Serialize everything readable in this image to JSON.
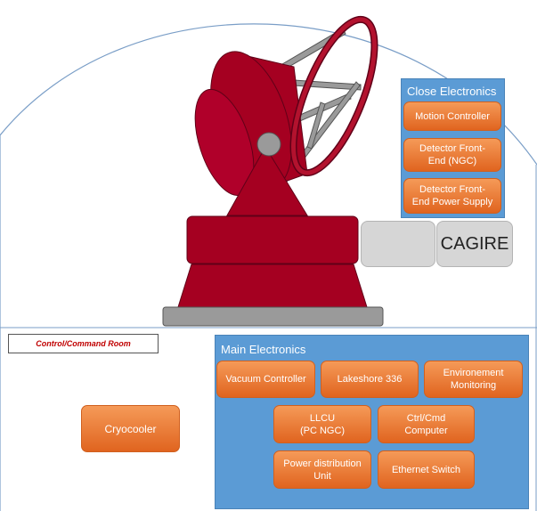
{
  "close_electronics": {
    "title": "Close Electronics",
    "boxes": [
      "Motion Controller",
      "Detector Front-\nEnd (NGC)",
      "Detector Front-\nEnd Power Supply"
    ]
  },
  "instrument": {
    "label": "CAGIRE"
  },
  "control_room": {
    "label": "Control/Command Room"
  },
  "cryocooler": {
    "label": "Cryocooler"
  },
  "main_electronics": {
    "title": "Main Electronics",
    "boxes": [
      "Vacuum Controller",
      "Lakeshore 336",
      "Environement\nMonitoring",
      "LLCU\n(PC NGC)",
      "Ctrl/Cmd\nComputer",
      "Power distribution\nUnit",
      "Ethernet Switch"
    ]
  },
  "colors": {
    "telescope": "#a50021",
    "panel": "#5b9bd5",
    "box": "#ed7d31",
    "grey": "#d6d6d6"
  }
}
